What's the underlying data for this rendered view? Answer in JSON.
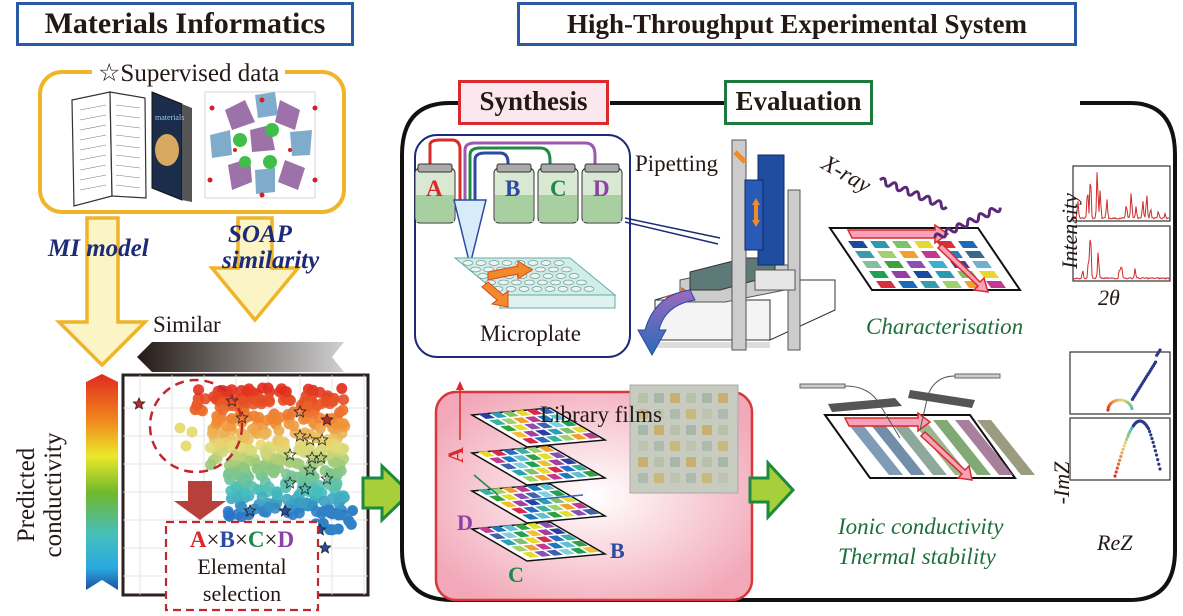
{
  "left_panel": {
    "title": "Materials Informatics",
    "supervised_label": "☆Supervised data",
    "arrow_left_label": "MI model",
    "arrow_right_label_line1": "SOAP",
    "arrow_right_label_line2": "similarity",
    "similar_label": "Similar",
    "colorbar_label_line1": "Predicted",
    "colorbar_label_line2": "conductivity",
    "selection": {
      "letters": [
        "A",
        "B",
        "C",
        "D"
      ],
      "separator": "×",
      "letter_colors": [
        "#d92b2b",
        "#2a4aa3",
        "#1d8a45",
        "#8e3fa8"
      ],
      "line2": "Elemental",
      "line3": "selection"
    }
  },
  "right_panel": {
    "title": "High-Throughput Experimental System",
    "synthesis": {
      "label": "Synthesis",
      "pipetting_label": "Pipetting",
      "microplate_label": "Microplate",
      "bottles": [
        {
          "label": "A",
          "color": "#d92b2b"
        },
        {
          "label": "B",
          "color": "#2a4aa3"
        },
        {
          "label": "C",
          "color": "#1d8a45"
        },
        {
          "label": "D",
          "color": "#8e3fa8"
        }
      ],
      "library_label": "Library films",
      "axis_labels": {
        "A": "A",
        "B": "B",
        "C": "C",
        "D": "D"
      }
    },
    "evaluation": {
      "label": "Evaluation",
      "xray_label": "X-ray",
      "characterisation_label": "Characterisation",
      "xrd_ylabel": "Intensity",
      "xrd_xlabel": "2θ",
      "property_line1": "Ionic conductivity",
      "property_line2": "Thermal stability",
      "eis_ylabel": "-ImZ",
      "eis_xlabel": "ReZ"
    }
  },
  "colors": {
    "title_border": "#2a5aa3",
    "synthesis_border": "#d92b2b",
    "evaluation_border": "#1d7a3c",
    "supervised_border": "#f0b429",
    "flow_arrow_green": "#9ccb3b",
    "text_green": "#1e6e3c",
    "text_navy": "#1d2a78"
  }
}
